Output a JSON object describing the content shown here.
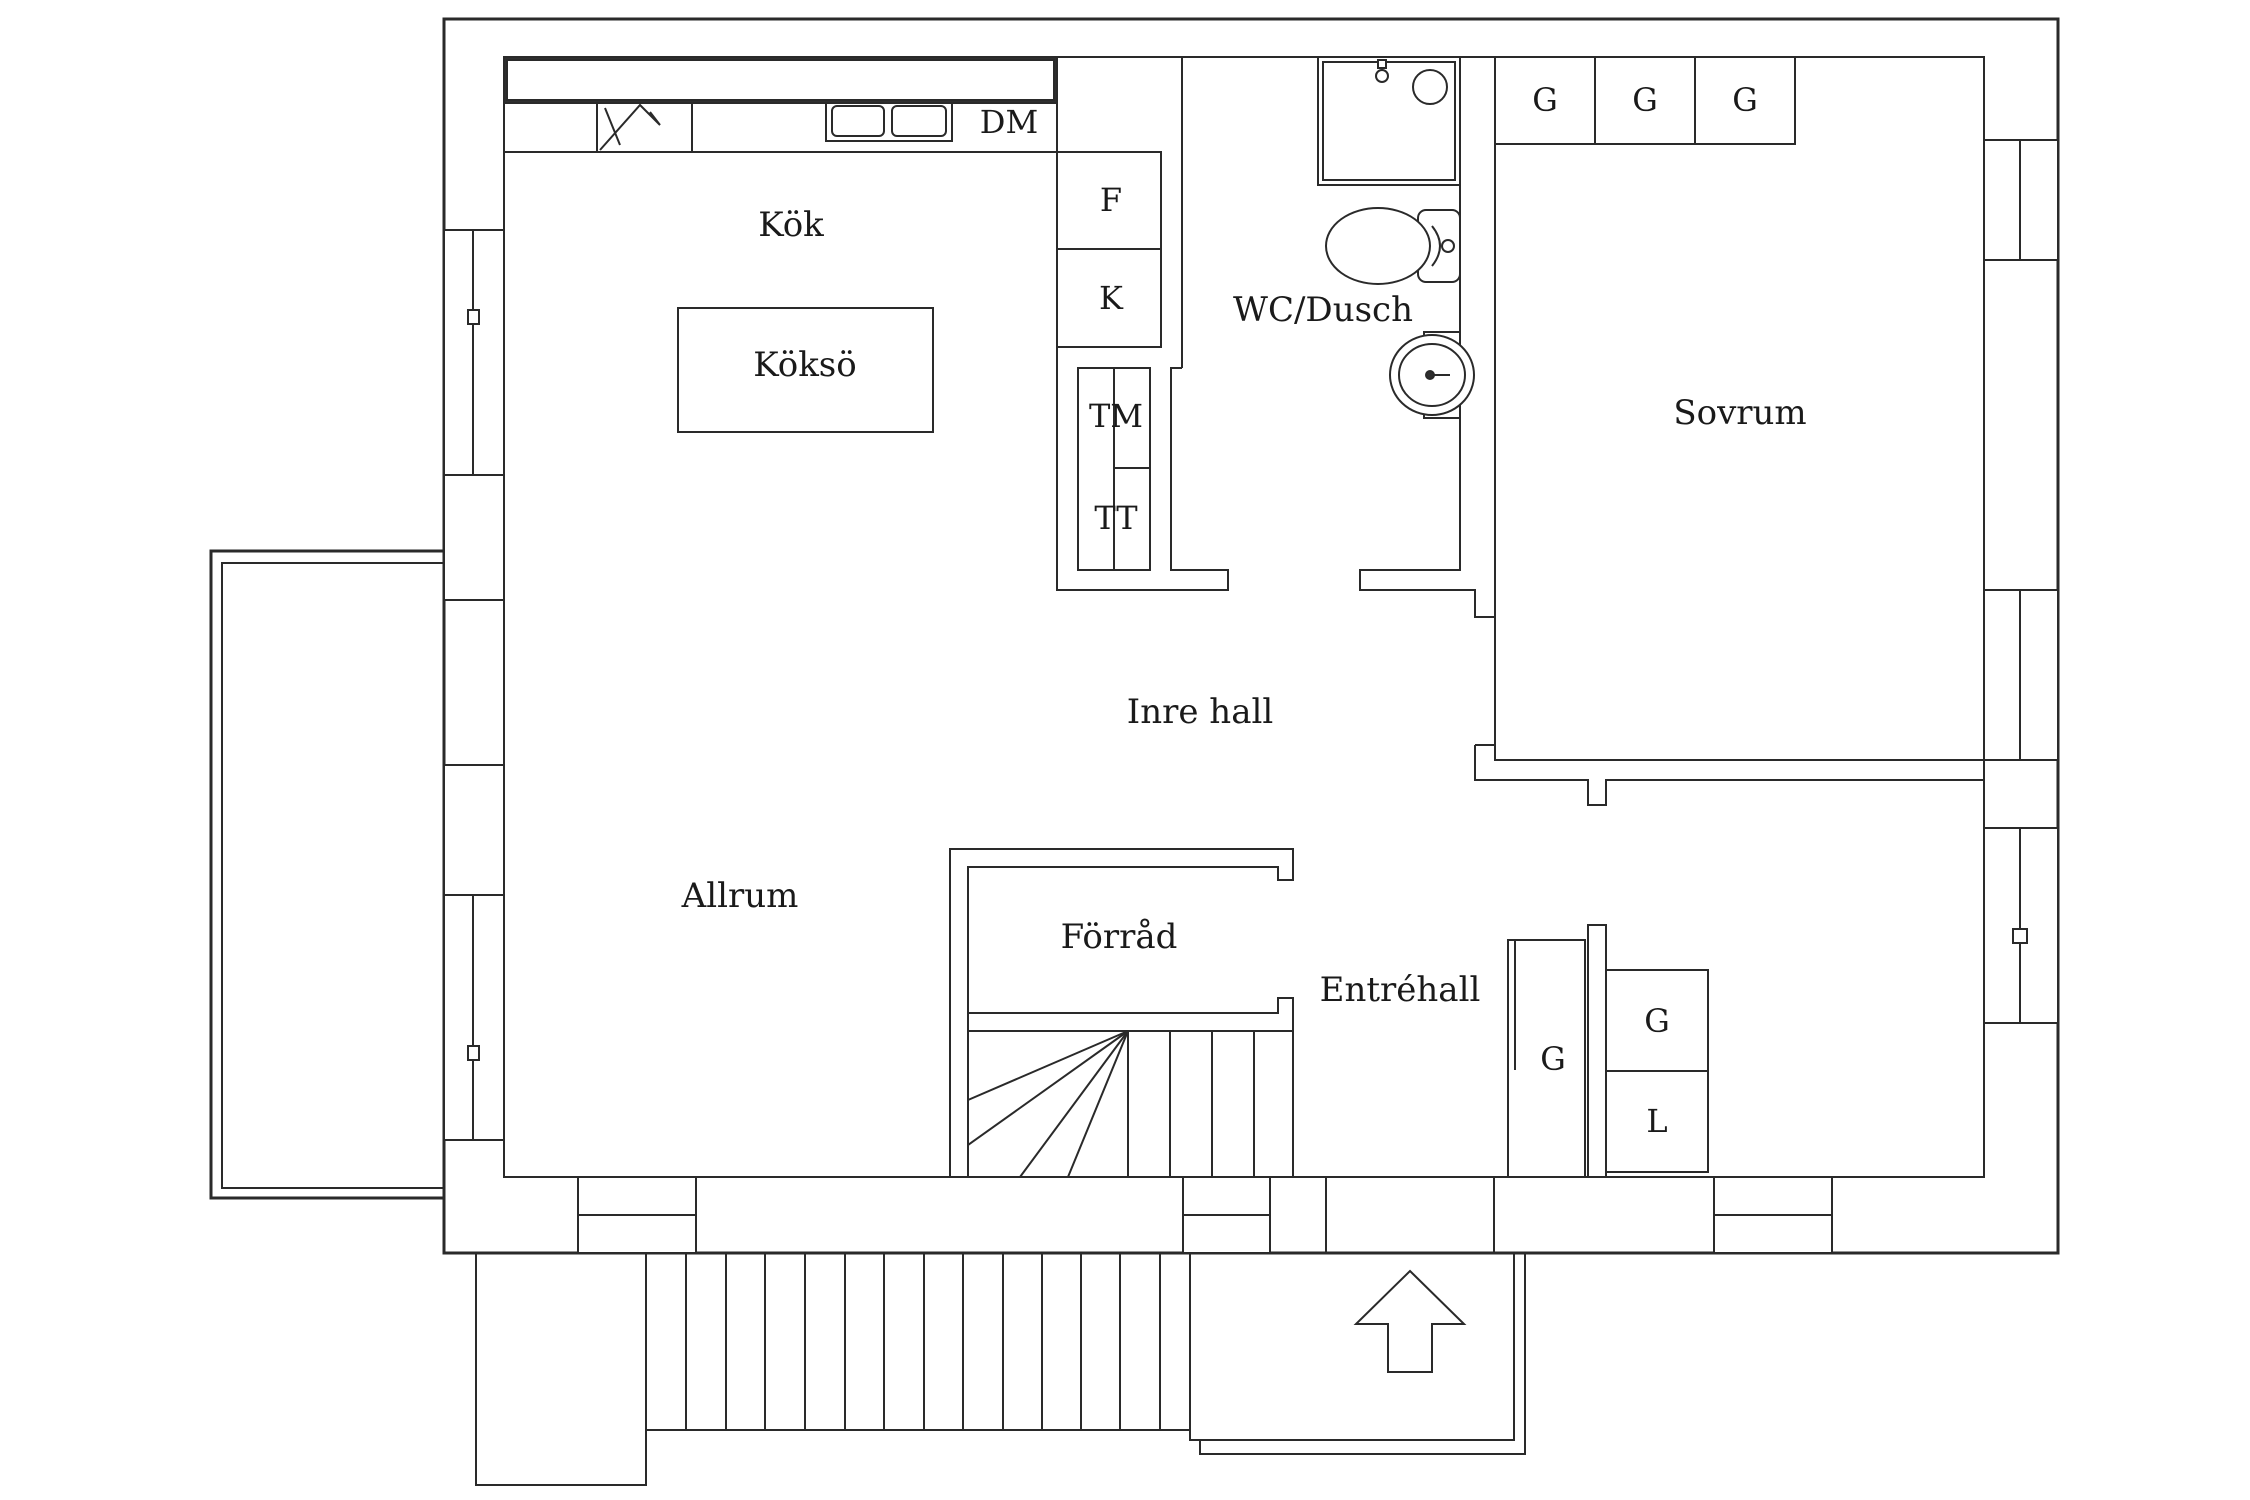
{
  "floorplan": {
    "rooms": {
      "kok": "Kök",
      "koksö": "Köksö",
      "wc": "WC/Dusch",
      "sovrum": "Sovrum",
      "inre_hall": "Inre hall",
      "allrum": "Allrum",
      "forrad": "Förråd",
      "entrehall": "Entréhall"
    },
    "fixtures": {
      "dm": "DM",
      "f": "F",
      "k": "K",
      "tm": "TM",
      "tt": "TT",
      "g": "G",
      "l": "L"
    },
    "icons": {
      "entrance": "entrance-arrow-icon"
    }
  }
}
